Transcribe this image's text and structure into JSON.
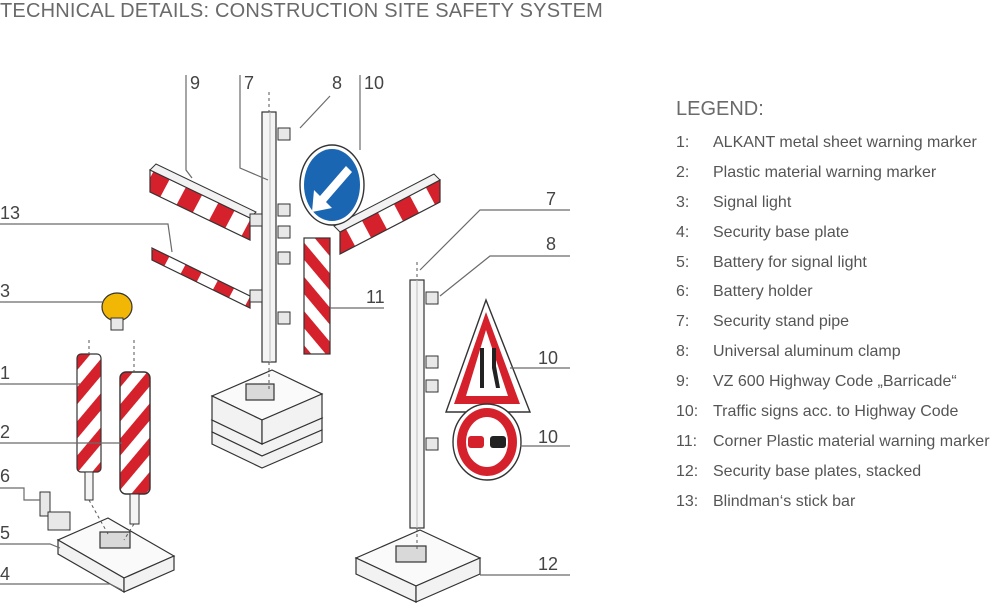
{
  "title": "TECHNICAL DETAILS: CONSTRUCTION SITE SAFETY SYSTEM",
  "legend": {
    "title": "LEGEND:",
    "items": [
      {
        "num": "1:",
        "text": "ALKANT metal sheet warning marker"
      },
      {
        "num": "2:",
        "text": "Plastic material warning marker"
      },
      {
        "num": "3:",
        "text": "Signal light"
      },
      {
        "num": "4:",
        "text": "Security base plate"
      },
      {
        "num": "5:",
        "text": "Battery for signal light"
      },
      {
        "num": "6:",
        "text": "Battery holder"
      },
      {
        "num": "7:",
        "text": "Security stand pipe"
      },
      {
        "num": "8:",
        "text": "Universal aluminum clamp"
      },
      {
        "num": "9:",
        "text": "VZ 600 Highway Code „Barricade“"
      },
      {
        "num": "10:",
        "text": "Traffic signs acc. to Highway Code"
      },
      {
        "num": "11:",
        "text": "Corner Plastic material warning marker"
      },
      {
        "num": "12:",
        "text": "Security base plates, stacked"
      },
      {
        "num": "13:",
        "text": "Blindman‘s stick bar"
      }
    ]
  },
  "callouts": {
    "c9": "9",
    "c7a": "7",
    "c8a": "8",
    "c10a": "10",
    "c13": "13",
    "c3": "3",
    "c1": "1",
    "c2": "2",
    "c6": "6",
    "c5": "5",
    "c4": "4",
    "c11": "11",
    "c7b": "7",
    "c8b": "8",
    "c10b": "10",
    "c10c": "10",
    "c12": "12"
  },
  "colors": {
    "red": "#d5212b",
    "blue": "#1a66b3",
    "amber": "#f2b705",
    "line": "#6a6a6a",
    "outline": "#333333"
  }
}
